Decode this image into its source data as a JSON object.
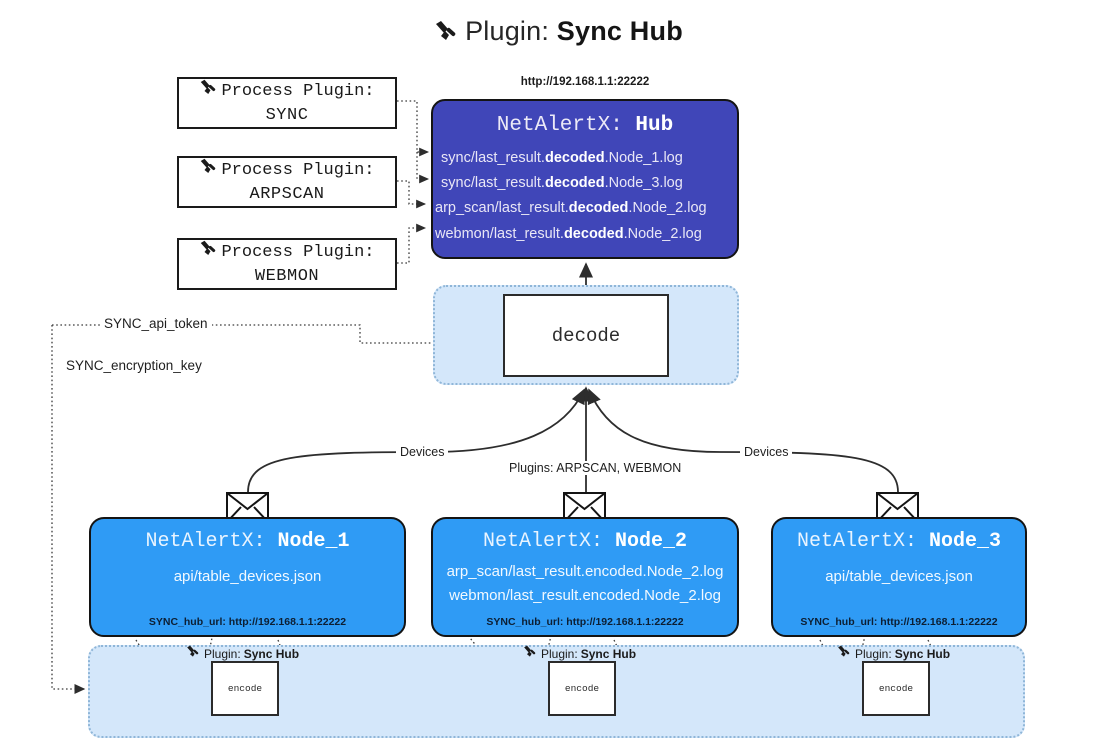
{
  "page": {
    "title_icon": "plug-icon",
    "title_prefix": "Plugin: ",
    "title_name": "Sync Hub",
    "bg_color": "#ffffff"
  },
  "colors": {
    "hub_fill": "#4046b8",
    "node_fill": "#2f9bf5",
    "container_fill": "#d4e7fa",
    "container_border": "#8fb6d8",
    "stroke": "#141414"
  },
  "process_plugins": [
    {
      "icon": "plug-icon",
      "label": "Process Plugin:",
      "name": "SYNC"
    },
    {
      "icon": "plug-icon",
      "label": "Process Plugin:",
      "name": "ARPSCAN"
    },
    {
      "icon": "plug-icon",
      "label": "Process Plugin:",
      "name": "WEBMON"
    }
  ],
  "hub": {
    "url": "http://192.168.1.1:22222",
    "title_prefix": "NetAlertX: ",
    "title_name": "Hub",
    "logs": [
      {
        "pre": "sync/last_result.",
        "mid": "decoded",
        "post": ".Node_1.log"
      },
      {
        "pre": "sync/last_result.",
        "mid": "decoded",
        "post": ".Node_3.log"
      },
      {
        "pre": "arp_scan/last_result.",
        "mid": "decoded",
        "post": ".Node_2.log"
      },
      {
        "pre": "webmon/last_result.",
        "mid": "decoded",
        "post": ".Node_2.log"
      }
    ]
  },
  "decode": {
    "label": "decode"
  },
  "secrets": [
    {
      "label": "SYNC_api_token"
    },
    {
      "label": "SYNC_encryption_key"
    }
  ],
  "edge_labels": {
    "left_devices": "Devices",
    "right_devices": "Devices",
    "center_plugins": "Plugins: ARPSCAN, WEBMON"
  },
  "nodes": [
    {
      "icon": "envelope-icon",
      "title_prefix": "NetAlertX: ",
      "title_name": "Node_1",
      "lines": [
        "api/table_devices.json"
      ],
      "footer": "SYNC_hub_url: http://192.168.1.1:22222"
    },
    {
      "icon": "envelope-icon",
      "title_prefix": "NetAlertX: ",
      "title_name": "Node_2",
      "lines": [
        "arp_scan/last_result.encoded.Node_2.log",
        "webmon/last_result.encoded.Node_2.log"
      ],
      "footer": "SYNC_hub_url: http://192.168.1.1:22222"
    },
    {
      "icon": "envelope-icon",
      "title_prefix": "NetAlertX: ",
      "title_name": "Node_3",
      "lines": [
        "api/table_devices.json"
      ],
      "footer": "SYNC_hub_url: http://192.168.1.1:22222"
    }
  ],
  "encoders": [
    {
      "icon": "plug-icon",
      "caption_prefix": "Plugin: ",
      "caption_name": "Sync Hub",
      "label": "encode"
    },
    {
      "icon": "plug-icon",
      "caption_prefix": "Plugin: ",
      "caption_name": "Sync Hub",
      "label": "encode"
    },
    {
      "icon": "plug-icon",
      "caption_prefix": "Plugin: ",
      "caption_name": "Sync Hub",
      "label": "encode"
    }
  ]
}
